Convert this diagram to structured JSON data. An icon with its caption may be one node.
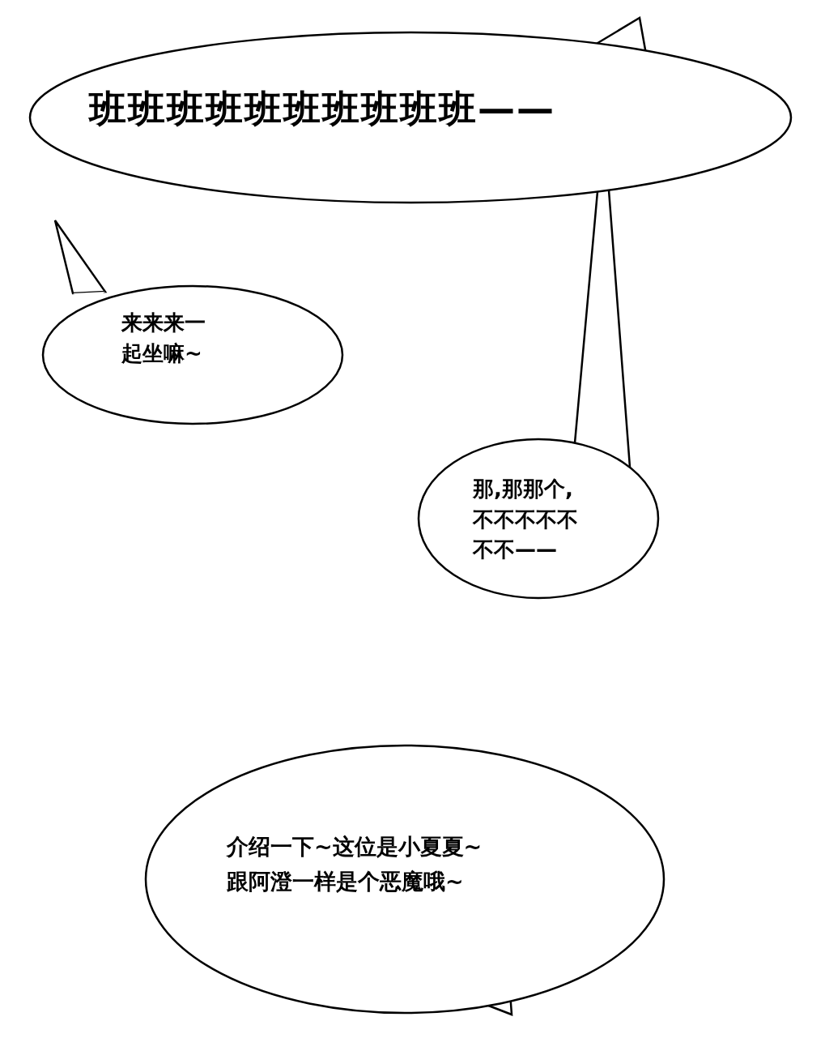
{
  "diagram": {
    "nodes": [
      {
        "text": [
          "班班班班班班班班班班——"
        ]
      },
      {
        "text": [
          "来来来一起坐嘛~"
        ]
      },
      {
        "text": [
          "那,那那个,不不不不不不不——"
        ]
      },
      {
        "text": [
          "介绍一下~这位是小夏夏~跟阿澄一样是个恶魔哦~"
        ]
      }
    ],
    "edges": [
      {
        "from": 0,
        "to": 2,
        "arrow": "none"
      }
    ]
  }
}
